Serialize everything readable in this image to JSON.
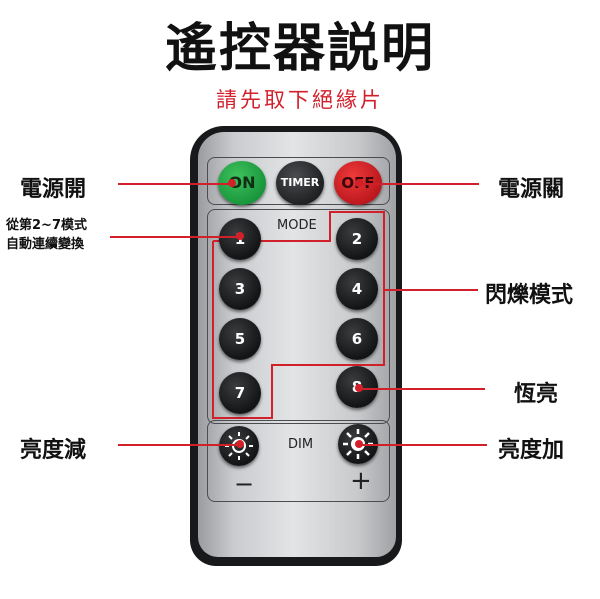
{
  "title": "遙控器説明",
  "subtitle": "請先取下絕緣片",
  "labels": {
    "power_on": "電源開",
    "mode_note_line1": "從第2~7模式",
    "mode_note_line2": "自動連續變換",
    "power_off": "電源關",
    "flash_modes": "閃爍模式",
    "steady": "恆亮",
    "dim_down": "亮度減",
    "dim_up": "亮度加"
  },
  "remote": {
    "on_label": "ON",
    "timer_label": "TIMER",
    "off_label": "OFF",
    "mode_caption": "MODE",
    "dim_caption": "DIM",
    "minus": "−",
    "plus": "+",
    "mode_buttons": [
      "1",
      "2",
      "3",
      "4",
      "5",
      "6",
      "7",
      "8"
    ]
  },
  "colors": {
    "accent_red": "#d2202b",
    "on_green": "#17933a",
    "off_red": "#b8161c"
  }
}
